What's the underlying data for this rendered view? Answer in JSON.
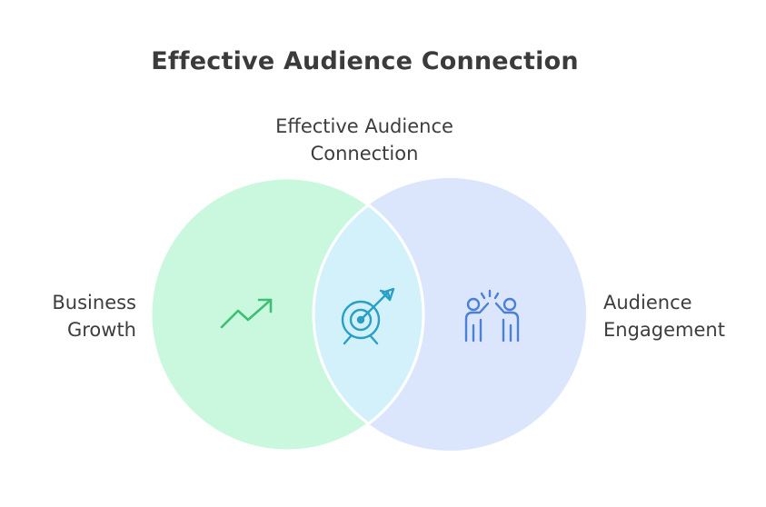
{
  "diagram": {
    "title": "Effective Audience Connection",
    "intersection_label": [
      "Effective Audience",
      "Connection"
    ],
    "left_label": [
      "Business",
      "Growth"
    ],
    "right_label": [
      "Audience",
      "Engagement"
    ]
  },
  "colors": {
    "left_circle": "#c9f8de",
    "right_circle": "#dbe6fd",
    "intersection": "#d2f1fb",
    "left_icon": "#3fbf74",
    "center_icon": "#2a9fc6",
    "right_icon": "#4b80d6"
  },
  "icons": {
    "left": "trending-up-icon",
    "center": "target-arrow-icon",
    "right": "high-five-icon"
  }
}
